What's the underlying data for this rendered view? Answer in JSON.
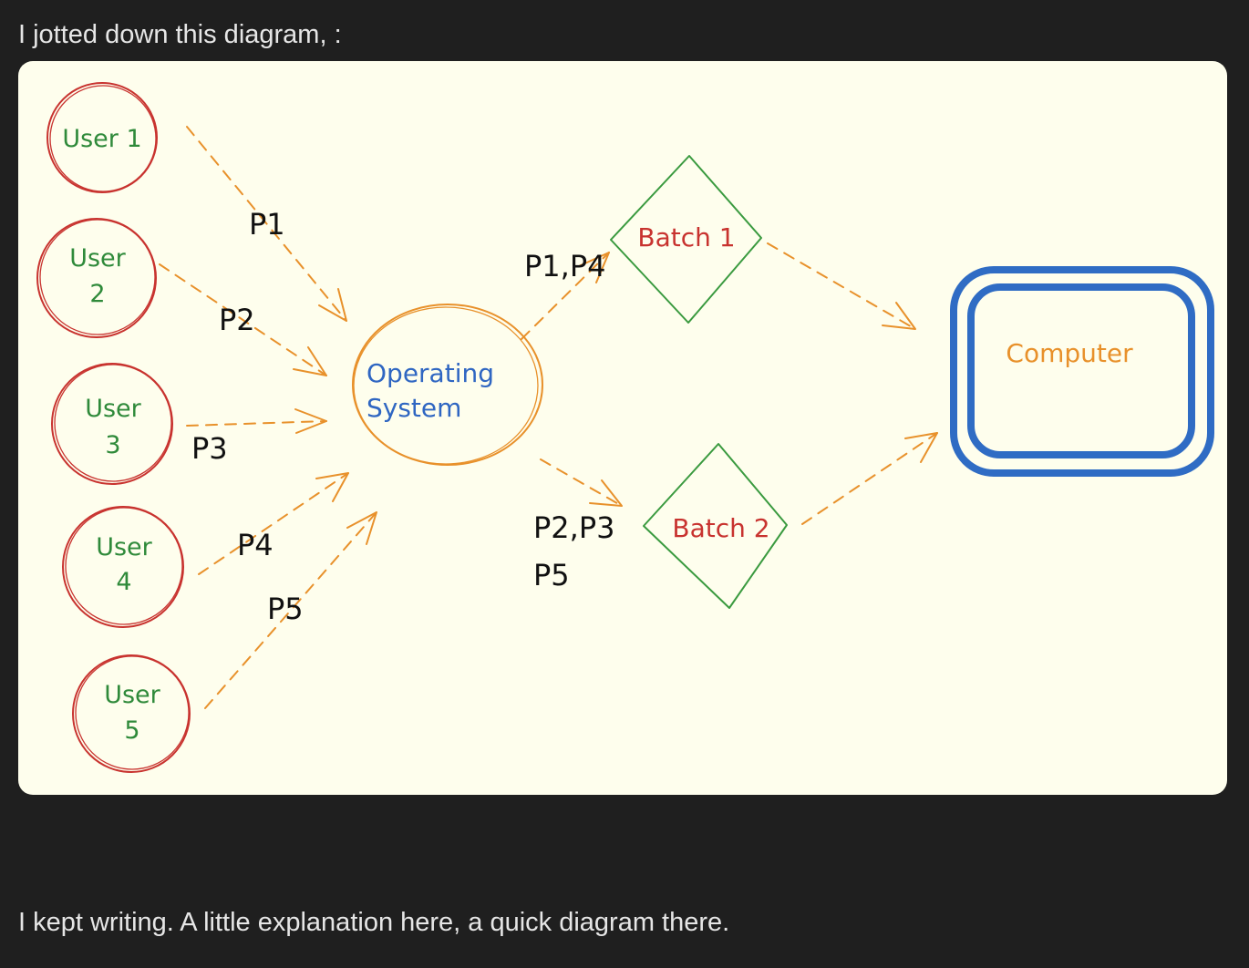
{
  "intro_text": "I jotted down this diagram, :",
  "outro_text": "I kept writing. A little explanation here, a quick diagram there.",
  "colors": {
    "page_bg": "#1f1f1f",
    "canvas_bg": "#fefeed",
    "user_circle": "#c8332f",
    "user_label": "#2f8a3a",
    "os_circle": "#e8912b",
    "os_label": "#2f66c2",
    "batch_shape": "#3a9a3f",
    "batch_label": "#c8332f",
    "computer_border": "#2f6cc4",
    "computer_label": "#e8912b",
    "arrow": "#e8912b",
    "process_label": "#111111"
  },
  "users": [
    {
      "line1": "User 1",
      "line2": ""
    },
    {
      "line1": "User",
      "line2": "2"
    },
    {
      "line1": "User",
      "line2": "3"
    },
    {
      "line1": "User",
      "line2": "4"
    },
    {
      "line1": "User",
      "line2": "5"
    }
  ],
  "os": {
    "line1": "Operating",
    "line2": "System"
  },
  "batches": [
    {
      "label": "Batch 1"
    },
    {
      "label": "Batch 2"
    }
  ],
  "computer": {
    "label": "Computer"
  },
  "process_labels": {
    "p1": "P1",
    "p2": "P2",
    "p3": "P3",
    "p4": "P4",
    "p5": "P5",
    "batch1_procs": "P1,P4",
    "batch2_procs_line1": "P2,P3",
    "batch2_procs_line2": "P5"
  }
}
